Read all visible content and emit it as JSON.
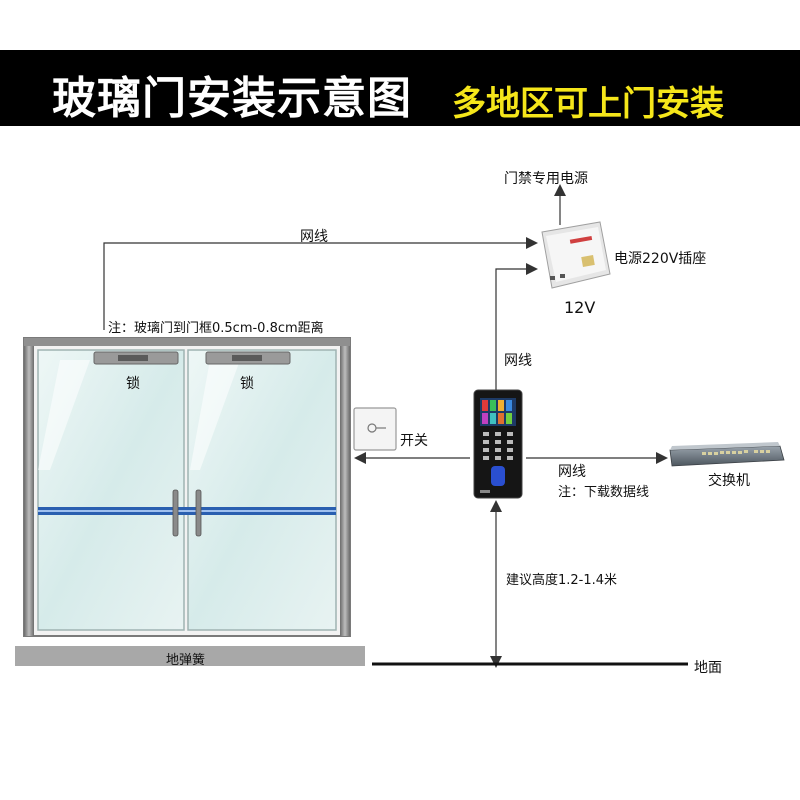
{
  "banner": {
    "title": "玻璃门安装示意图",
    "subtitle": "多地区可上门安装"
  },
  "labels": {
    "access_power": "门禁专用电源",
    "network_top": "网线",
    "power_socket": "电源220V插座",
    "voltage": "12V",
    "note_gap": "注：玻璃门到门框0.5cm-0.8cm距离",
    "lock_left": "锁",
    "lock_right": "锁",
    "network_mid": "网线",
    "switch": "开关",
    "network_right": "网线",
    "note_download": "注：下载数据线",
    "network_switch": "交换机",
    "height": "建议高度1.2-1.4米",
    "floor_spring": "地弹簧",
    "ground": "地面"
  },
  "colors": {
    "banner_bg": "#000000",
    "banner_title": "#ffffff",
    "banner_subtitle": "#f5e61a",
    "line": "#333333",
    "glass": "#dceeed",
    "door_frame": "#8f8f8f",
    "floor_spring_bar": "#a8a8a8",
    "door_stripe": "#2a5fb0"
  }
}
